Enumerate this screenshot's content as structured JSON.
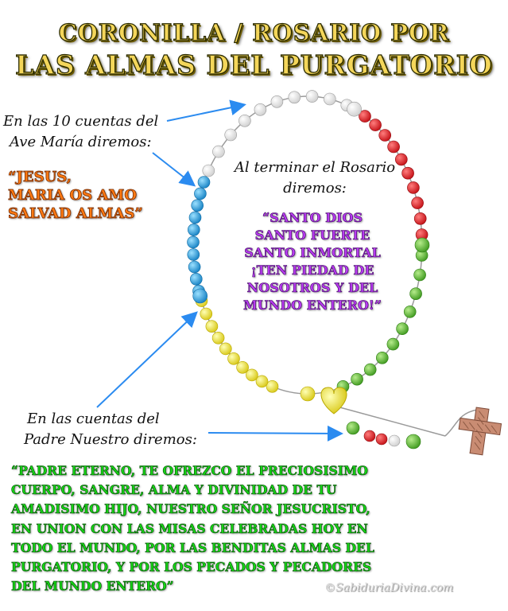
{
  "title": {
    "line1": "CORONILLA / ROSARIO POR",
    "line2": "LAS ALMAS DEL PURGATORIO"
  },
  "ave_maria_caption": {
    "line1": "En las 10 cuentas del",
    "line2": "Ave María diremos:"
  },
  "ave_maria_prayer": {
    "line1": "“JESUS,",
    "line2": "MARIA OS AMO",
    "line3": "SALVAD ALMAS”"
  },
  "end_caption": {
    "line1": "Al terminar el Rosario",
    "line2": "diremos:"
  },
  "end_prayer": {
    "line1": "“SANTO DIOS",
    "line2": "SANTO FUERTE",
    "line3": "SANTO INMORTAL",
    "line4": "¡TEN PIEDAD DE",
    "line5": "NOSOTROS Y DEL",
    "line6": "MUNDO ENTERO!”"
  },
  "padre_caption": {
    "line1": "En las cuentas del",
    "line2": "Padre Nuestro diremos:"
  },
  "padre_prayer": {
    "line1": "“PADRE ETERNO, TE OFREZCO EL PRECIOSISIMO",
    "line2": "CUERPO, SANGRE, ALMA Y DIVINIDAD DE TU",
    "line3": "AMADISIMO HIJO, NUESTRO SEÑOR JESUCRISTO,",
    "line4": "EN UNION CON LAS MISAS CELEBRADAS HOY EN",
    "line5": "TODO EL MUNDO, POR LAS BENDITAS ALMAS DEL",
    "line6": "PURGATORIO, Y POR LOS PECADOS Y PECADORES",
    "line7": "DEL MUNDO ENTERO”"
  },
  "watermark": "©SabiduriaDivina.com",
  "colors": {
    "white_bead": "#ffffff",
    "red_bead": "#e8272b",
    "green_bead": "#6cc23e",
    "yellow_bead": "#f3e83a",
    "blue_bead": "#29a7e1",
    "heart": "#f3e83a",
    "arrow": "#2b8bf0",
    "cross": "#c98c73"
  },
  "beads": {
    "white_count": 10,
    "red_count": 10,
    "green_count": 10,
    "yellow_count": 10,
    "blue_count": 10
  }
}
